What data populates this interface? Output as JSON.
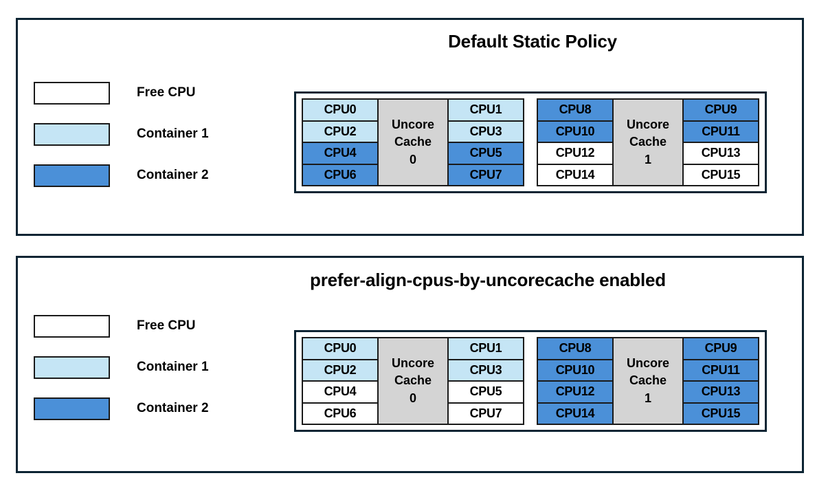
{
  "colors": {
    "free_cpu": "#ffffff",
    "container1": "#c5e5f5",
    "container2": "#4b90d8",
    "cache": "#d4d4d4",
    "border": "#1a1a1a",
    "panel_border": "#0c2433"
  },
  "legend": {
    "items": [
      {
        "label": "Free CPU",
        "fill": "#ffffff"
      },
      {
        "label": "Container 1",
        "fill": "#c5e5f5"
      },
      {
        "label": "Container 2",
        "fill": "#4b90d8"
      }
    ]
  },
  "panels": [
    {
      "title": "Default Static Policy",
      "legend": [
        {
          "label": "Free CPU",
          "fill": "#ffffff"
        },
        {
          "label": "Container 1",
          "fill": "#c5e5f5"
        },
        {
          "label": "Container 2",
          "fill": "#4b90d8"
        }
      ],
      "cache_groups": [
        {
          "cache_label_line1": "Uncore",
          "cache_label_line2": "Cache",
          "cache_label_line3": "0",
          "left_column": [
            {
              "label": "CPU0",
              "fill": "#c5e5f5",
              "owner": "Container 1"
            },
            {
              "label": "CPU2",
              "fill": "#c5e5f5",
              "owner": "Container 1"
            },
            {
              "label": "CPU4",
              "fill": "#4b90d8",
              "owner": "Container 2"
            },
            {
              "label": "CPU6",
              "fill": "#4b90d8",
              "owner": "Container 2"
            }
          ],
          "right_column": [
            {
              "label": "CPU1",
              "fill": "#c5e5f5",
              "owner": "Container 1"
            },
            {
              "label": "CPU3",
              "fill": "#c5e5f5",
              "owner": "Container 1"
            },
            {
              "label": "CPU5",
              "fill": "#4b90d8",
              "owner": "Container 2"
            },
            {
              "label": "CPU7",
              "fill": "#4b90d8",
              "owner": "Container 2"
            }
          ]
        },
        {
          "cache_label_line1": "Uncore",
          "cache_label_line2": "Cache",
          "cache_label_line3": "1",
          "left_column": [
            {
              "label": "CPU8",
              "fill": "#4b90d8",
              "owner": "Container 2"
            },
            {
              "label": "CPU10",
              "fill": "#4b90d8",
              "owner": "Container 2"
            },
            {
              "label": "CPU12",
              "fill": "#ffffff",
              "owner": "Free CPU"
            },
            {
              "label": "CPU14",
              "fill": "#ffffff",
              "owner": "Free CPU"
            }
          ],
          "right_column": [
            {
              "label": "CPU9",
              "fill": "#4b90d8",
              "owner": "Container 2"
            },
            {
              "label": "CPU11",
              "fill": "#4b90d8",
              "owner": "Container 2"
            },
            {
              "label": "CPU13",
              "fill": "#ffffff",
              "owner": "Free CPU"
            },
            {
              "label": "CPU15",
              "fill": "#ffffff",
              "owner": "Free CPU"
            }
          ]
        }
      ]
    },
    {
      "title": "prefer-align-cpus-by-uncorecache enabled",
      "legend": [
        {
          "label": "Free CPU",
          "fill": "#ffffff"
        },
        {
          "label": "Container 1",
          "fill": "#c5e5f5"
        },
        {
          "label": "Container 2",
          "fill": "#4b90d8"
        }
      ],
      "cache_groups": [
        {
          "cache_label_line1": "Uncore",
          "cache_label_line2": "Cache",
          "cache_label_line3": "0",
          "left_column": [
            {
              "label": "CPU0",
              "fill": "#c5e5f5",
              "owner": "Container 1"
            },
            {
              "label": "CPU2",
              "fill": "#c5e5f5",
              "owner": "Container 1"
            },
            {
              "label": "CPU4",
              "fill": "#ffffff",
              "owner": "Free CPU"
            },
            {
              "label": "CPU6",
              "fill": "#ffffff",
              "owner": "Free CPU"
            }
          ],
          "right_column": [
            {
              "label": "CPU1",
              "fill": "#c5e5f5",
              "owner": "Container 1"
            },
            {
              "label": "CPU3",
              "fill": "#c5e5f5",
              "owner": "Container 1"
            },
            {
              "label": "CPU5",
              "fill": "#ffffff",
              "owner": "Free CPU"
            },
            {
              "label": "CPU7",
              "fill": "#ffffff",
              "owner": "Free CPU"
            }
          ]
        },
        {
          "cache_label_line1": "Uncore",
          "cache_label_line2": "Cache",
          "cache_label_line3": "1",
          "left_column": [
            {
              "label": "CPU8",
              "fill": "#4b90d8",
              "owner": "Container 2"
            },
            {
              "label": "CPU10",
              "fill": "#4b90d8",
              "owner": "Container 2"
            },
            {
              "label": "CPU12",
              "fill": "#4b90d8",
              "owner": "Container 2"
            },
            {
              "label": "CPU14",
              "fill": "#4b90d8",
              "owner": "Container 2"
            }
          ],
          "right_column": [
            {
              "label": "CPU9",
              "fill": "#4b90d8",
              "owner": "Container 2"
            },
            {
              "label": "CPU11",
              "fill": "#4b90d8",
              "owner": "Container 2"
            },
            {
              "label": "CPU13",
              "fill": "#4b90d8",
              "owner": "Container 2"
            },
            {
              "label": "CPU15",
              "fill": "#4b90d8",
              "owner": "Container 2"
            }
          ]
        }
      ]
    }
  ]
}
